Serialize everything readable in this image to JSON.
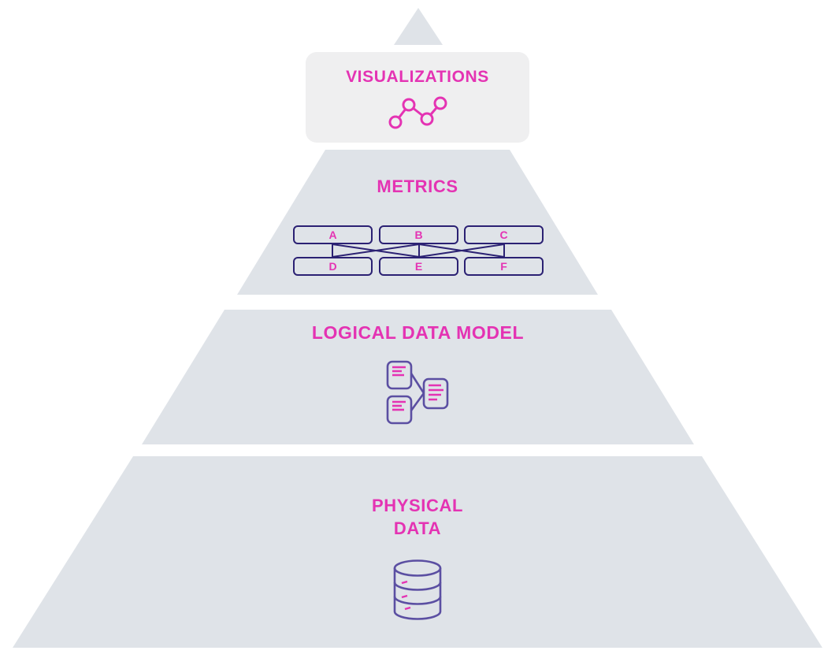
{
  "colors": {
    "background": "#ffffff",
    "layer_fill": "#dfe3e8",
    "card_fill": "#efeff0",
    "accent_pink": "#e433b3",
    "outline_navy": "#2b2173",
    "icon_purple": "#5b4fa2"
  },
  "pyramid": {
    "visualizations": {
      "title": "VISUALIZATIONS",
      "icon": "line-chart-icon"
    },
    "metrics": {
      "title": "METRICS",
      "top_row": [
        "A",
        "B",
        "C"
      ],
      "bottom_row": [
        "D",
        "E",
        "F"
      ],
      "icon": "metric-mapping-connectors"
    },
    "logical_data_model": {
      "title": "LOGICAL DATA MODEL",
      "icon": "linked-documents-icon"
    },
    "physical_data": {
      "title_line1": "PHYSICAL",
      "title_line2": "DATA",
      "icon": "database-icon"
    }
  }
}
